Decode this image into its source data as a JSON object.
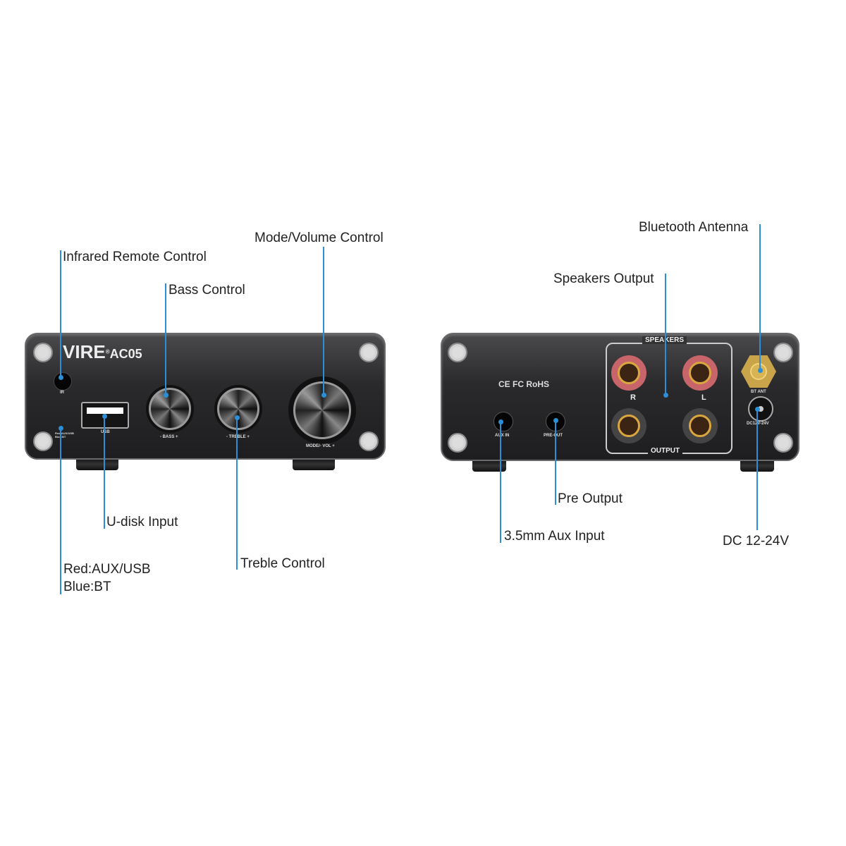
{
  "front": {
    "brand": "VIRE",
    "registered": "®",
    "model": "AC05",
    "ir_label": "IR",
    "led_label": "Red:AUX/USB Blue:BT",
    "usb_label": "USB",
    "bass_label": "- BASS +",
    "treble_label": "- TREBLE +",
    "volume_label": "MODE/- VOL +"
  },
  "back": {
    "certifications": "CE FC RoHS",
    "aux_label": "AUX IN",
    "preout_label": "PRE-OUT",
    "speakers_label": "SPEAKERS",
    "output_label": "OUTPUT",
    "right_label": "R",
    "left_label": "L",
    "bt_ant_label": "BT ANT",
    "dc_label": "DC12V-24V"
  },
  "callouts": {
    "infrared": "Infrared Remote Control",
    "bass": "Bass Control",
    "mode_volume": "Mode/Volume Control",
    "udisk": "U-disk Input",
    "led_red": "Red:AUX/USB",
    "led_blue": "Blue:BT",
    "treble": "Treble Control",
    "bt_antenna": "Bluetooth Antenna",
    "speakers_output": "Speakers Output",
    "pre_output": "Pre Output",
    "aux_input": "3.5mm Aux Input",
    "dc": "DC 12-24V"
  },
  "colors": {
    "callout": "#2a8fd6",
    "panel": "#2a2a2c"
  }
}
